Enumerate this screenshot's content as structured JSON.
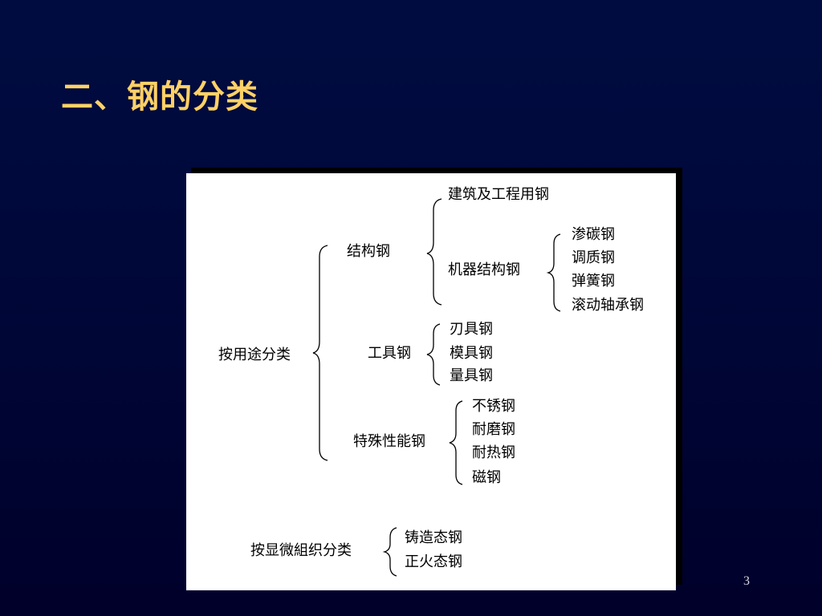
{
  "slide": {
    "title": "二、钢的分类",
    "page_number": "3"
  },
  "diagram": {
    "by_use": {
      "label": "按用途分类",
      "structural": {
        "label": "结构钢",
        "building": "建筑及工程用钢",
        "machine": {
          "label": "机器结构钢",
          "items": [
            "渗碳钢",
            "调质钢",
            "弹簧钢",
            "滚动轴承钢"
          ]
        }
      },
      "tool": {
        "label": "工具钢",
        "items": [
          "刃具钢",
          "模具钢",
          "量具钢"
        ]
      },
      "special": {
        "label": "特殊性能钢",
        "items": [
          "不锈钢",
          "耐磨钢",
          "耐热钢",
          "磁钢"
        ]
      }
    },
    "by_microstructure": {
      "label": "按显微組织分类",
      "items": [
        "铸造态钢",
        "正火态钢"
      ]
    }
  }
}
